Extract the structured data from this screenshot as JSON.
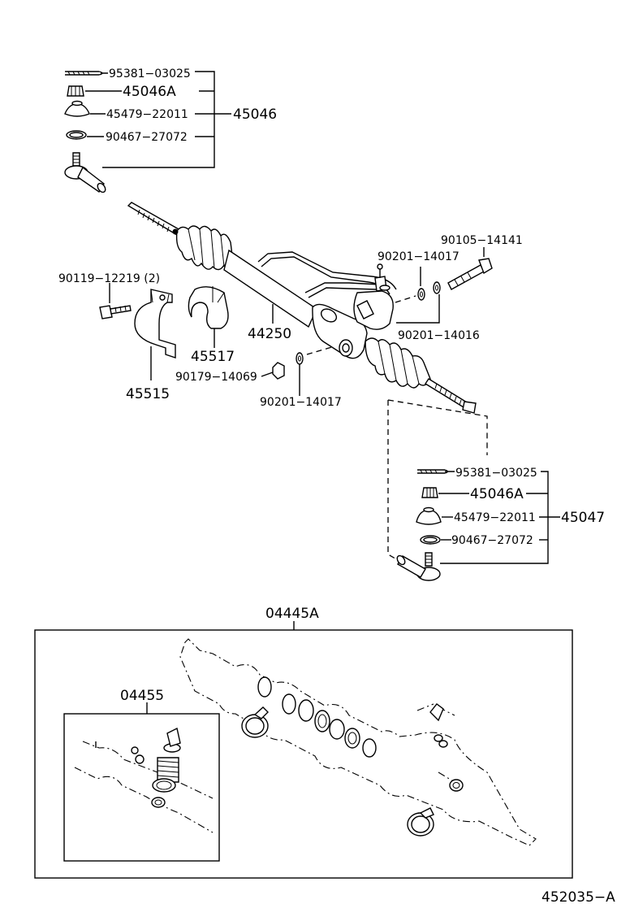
{
  "diagram": {
    "labels": {
      "l_95381_top": "95381−03025",
      "l_45046A_top": "45046A",
      "l_45479_top": "45479−22011",
      "l_90467_top": "90467−27072",
      "l_45046": "45046",
      "l_90105": "90105−14141",
      "l_90201_a": "90201−14017",
      "l_90119": "90119−12219 (2)",
      "l_44250": "44250",
      "l_90201_b": "90201−14016",
      "l_45517": "45517",
      "l_90179": "90179−14069",
      "l_45515": "45515",
      "l_90201_c": "90201−14017",
      "l_95381_bot": "95381−03025",
      "l_45046A_bot": "45046A",
      "l_45479_bot": "45479−22011",
      "l_45047": "45047",
      "l_90467_bot": "90467−27072",
      "l_04445A": "04445A",
      "l_04455": "04455",
      "l_ref": "452035−A"
    },
    "icons": [
      "cotter-pin-icon",
      "castle-nut-icon",
      "boot-icon",
      "clip-ring-icon",
      "tie-rod-end-icon",
      "steering-rack-icon",
      "bolt-icon",
      "washer-icon",
      "bracket-icon",
      "bushing-icon",
      "nut-icon",
      "gasket-kit-icon",
      "hose-clamp-icon",
      "spring-icon"
    ]
  }
}
